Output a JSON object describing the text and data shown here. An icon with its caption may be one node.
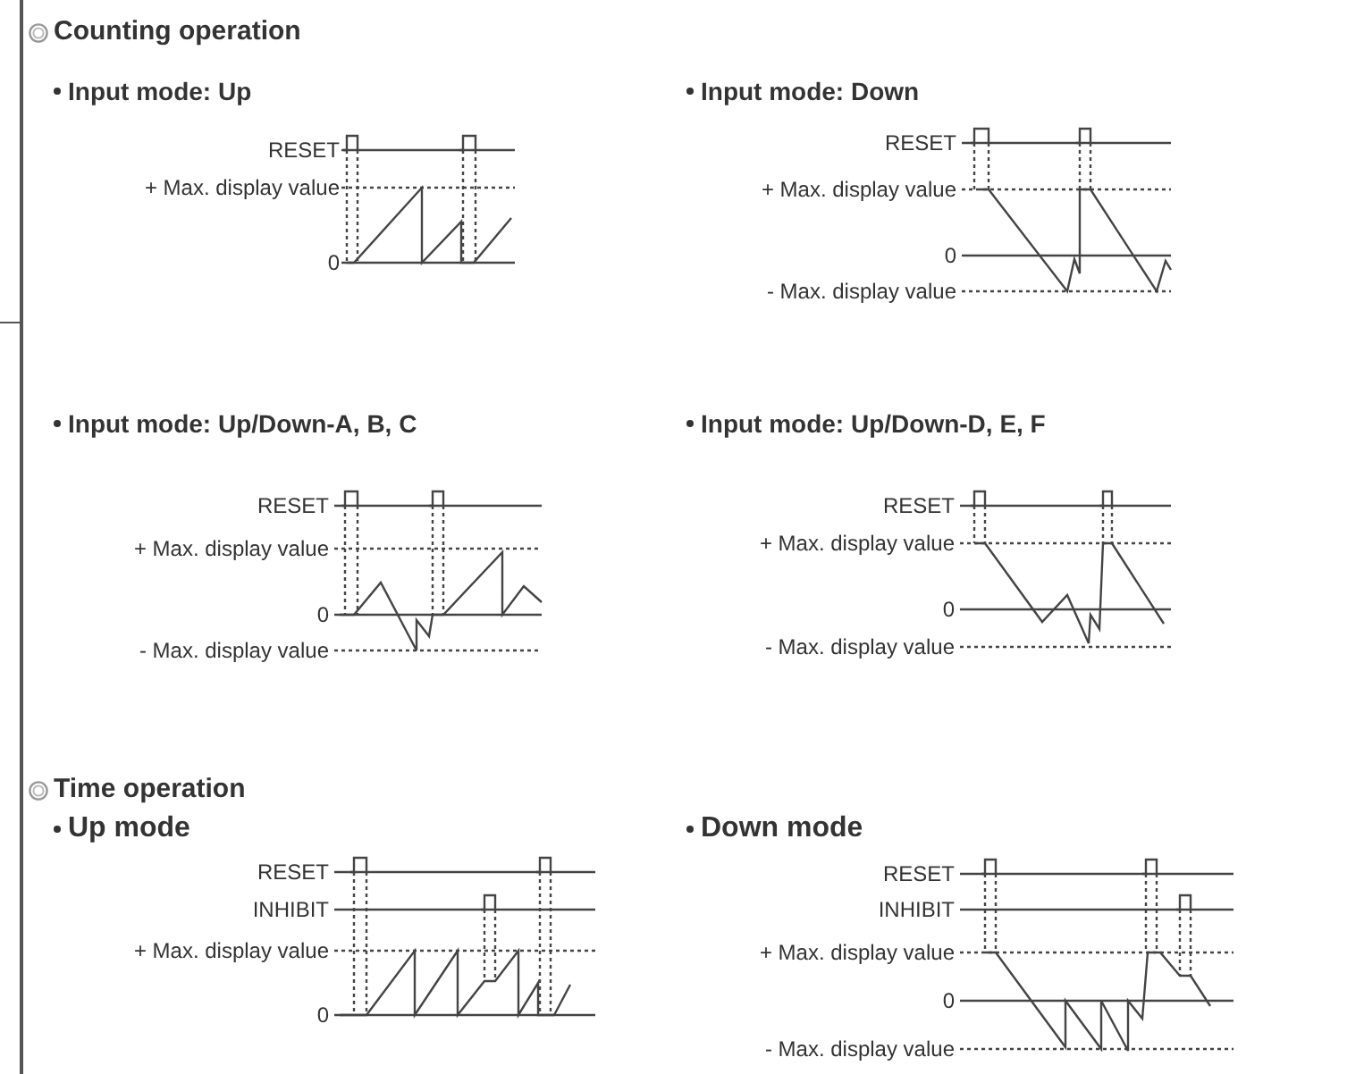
{
  "diagram": {
    "labels": [
      "Counting operation",
      "Input mode: Up",
      "RESET",
      "+ Max. display value",
      "0",
      "Input mode: Down",
      "RESET",
      "+ Max. display value",
      "0",
      "- Max. display value",
      "Input mode: Up/Down-A, B, C",
      "RESET",
      "+ Max. display value",
      "0",
      "- Max. display value",
      "Input mode: Up/Down-D, E, F",
      "RESET",
      "+ Max. display value",
      "0",
      "- Max. display value",
      "Time operation",
      "Up mode",
      "RESET",
      "INHIBIT",
      "+ Max. display value",
      "0",
      "Down mode",
      "RESET",
      "INHIBIT",
      "+ Max. display value",
      "0",
      "- Max. display value"
    ]
  }
}
